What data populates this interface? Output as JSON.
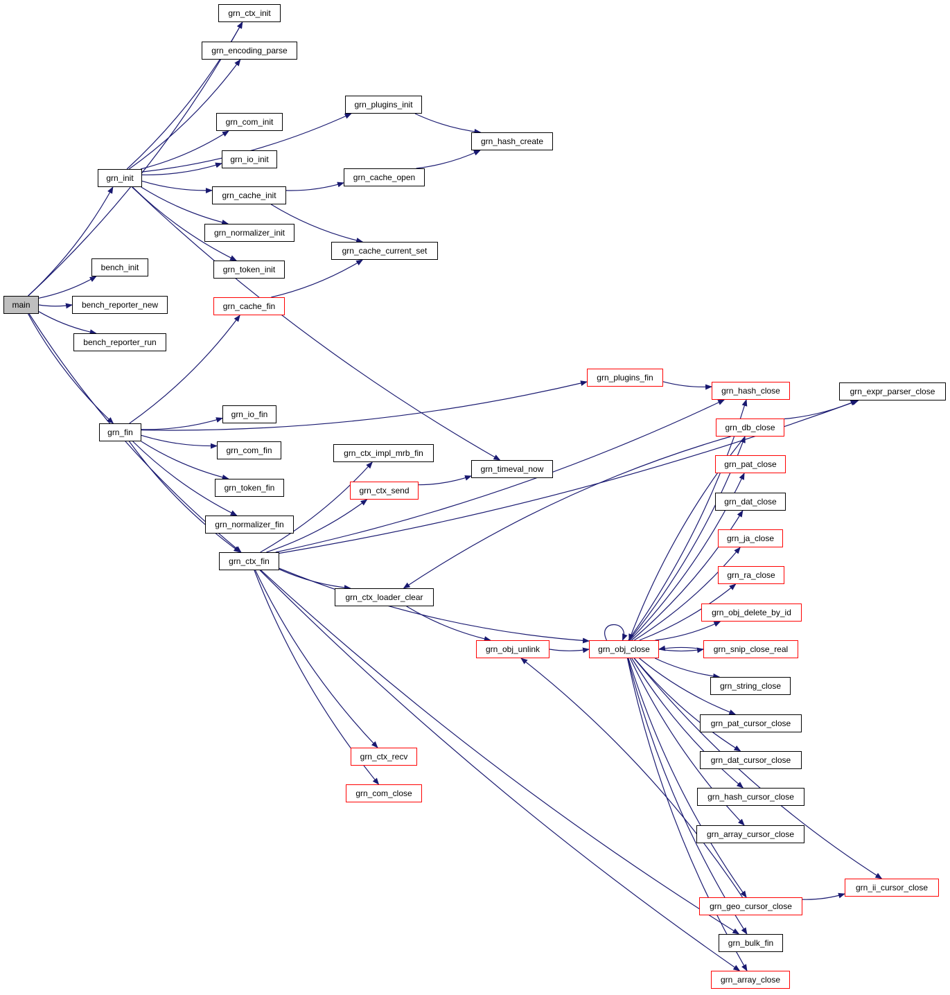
{
  "graph": {
    "edge_color": "#191970",
    "external_border_color": "#ff0000",
    "root_fill": "#bfbfbf",
    "nodes": [
      {
        "id": "main",
        "label": "main",
        "root": true
      },
      {
        "id": "grn_ctx_init",
        "label": "grn_ctx_init"
      },
      {
        "id": "grn_encoding_parse",
        "label": "grn_encoding_parse"
      },
      {
        "id": "grn_plugins_init",
        "label": "grn_plugins_init"
      },
      {
        "id": "grn_com_init",
        "label": "grn_com_init"
      },
      {
        "id": "grn_hash_create",
        "label": "grn_hash_create"
      },
      {
        "id": "grn_io_init",
        "label": "grn_io_init"
      },
      {
        "id": "grn_init",
        "label": "grn_init"
      },
      {
        "id": "grn_cache_open",
        "label": "grn_cache_open"
      },
      {
        "id": "grn_cache_init",
        "label": "grn_cache_init"
      },
      {
        "id": "grn_normalizer_init",
        "label": "grn_normalizer_init"
      },
      {
        "id": "grn_cache_current_set",
        "label": "grn_cache_current_set"
      },
      {
        "id": "bench_init",
        "label": "bench_init"
      },
      {
        "id": "grn_token_init",
        "label": "grn_token_init"
      },
      {
        "id": "bench_reporter_new",
        "label": "bench_reporter_new"
      },
      {
        "id": "grn_cache_fin",
        "label": "grn_cache_fin",
        "red": true
      },
      {
        "id": "bench_reporter_run",
        "label": "bench_reporter_run"
      },
      {
        "id": "grn_plugins_fin",
        "label": "grn_plugins_fin",
        "red": true
      },
      {
        "id": "grn_hash_close",
        "label": "grn_hash_close",
        "red": true
      },
      {
        "id": "grn_expr_parser_close",
        "label": "grn_expr_parser_close"
      },
      {
        "id": "grn_io_fin",
        "label": "grn_io_fin"
      },
      {
        "id": "grn_fin",
        "label": "grn_fin"
      },
      {
        "id": "grn_db_close",
        "label": "grn_db_close",
        "red": true
      },
      {
        "id": "grn_com_fin",
        "label": "grn_com_fin"
      },
      {
        "id": "grn_ctx_impl_mrb_fin",
        "label": "grn_ctx_impl_mrb_fin"
      },
      {
        "id": "grn_timeval_now",
        "label": "grn_timeval_now"
      },
      {
        "id": "grn_pat_close",
        "label": "grn_pat_close",
        "red": true
      },
      {
        "id": "grn_token_fin",
        "label": "grn_token_fin"
      },
      {
        "id": "grn_ctx_send",
        "label": "grn_ctx_send",
        "red": true
      },
      {
        "id": "grn_dat_close",
        "label": "grn_dat_close"
      },
      {
        "id": "grn_normalizer_fin",
        "label": "grn_normalizer_fin"
      },
      {
        "id": "grn_ja_close",
        "label": "grn_ja_close",
        "red": true
      },
      {
        "id": "grn_ctx_fin",
        "label": "grn_ctx_fin"
      },
      {
        "id": "grn_ra_close",
        "label": "grn_ra_close",
        "red": true
      },
      {
        "id": "grn_ctx_loader_clear",
        "label": "grn_ctx_loader_clear"
      },
      {
        "id": "grn_obj_delete_by_id",
        "label": "grn_obj_delete_by_id",
        "red": true
      },
      {
        "id": "grn_obj_unlink",
        "label": "grn_obj_unlink",
        "red": true
      },
      {
        "id": "grn_obj_close",
        "label": "grn_obj_close",
        "red": true
      },
      {
        "id": "grn_snip_close_real",
        "label": "grn_snip_close_real",
        "red": true
      },
      {
        "id": "grn_string_close",
        "label": "grn_string_close"
      },
      {
        "id": "grn_pat_cursor_close",
        "label": "grn_pat_cursor_close"
      },
      {
        "id": "grn_ctx_recv",
        "label": "grn_ctx_recv",
        "red": true
      },
      {
        "id": "grn_dat_cursor_close",
        "label": "grn_dat_cursor_close"
      },
      {
        "id": "grn_com_close",
        "label": "grn_com_close",
        "red": true
      },
      {
        "id": "grn_hash_cursor_close",
        "label": "grn_hash_cursor_close"
      },
      {
        "id": "grn_array_cursor_close",
        "label": "grn_array_cursor_close"
      },
      {
        "id": "grn_ii_cursor_close",
        "label": "grn_ii_cursor_close",
        "red": true
      },
      {
        "id": "grn_geo_cursor_close",
        "label": "grn_geo_cursor_close",
        "red": true
      },
      {
        "id": "grn_bulk_fin",
        "label": "grn_bulk_fin"
      },
      {
        "id": "grn_array_close",
        "label": "grn_array_close",
        "red": true
      }
    ],
    "edges": [
      [
        "main",
        "grn_ctx_init"
      ],
      [
        "main",
        "grn_init"
      ],
      [
        "main",
        "bench_init"
      ],
      [
        "main",
        "bench_reporter_new"
      ],
      [
        "main",
        "bench_reporter_run"
      ],
      [
        "main",
        "grn_fin"
      ],
      [
        "main",
        "grn_ctx_fin"
      ],
      [
        "grn_init",
        "grn_ctx_init"
      ],
      [
        "grn_init",
        "grn_encoding_parse"
      ],
      [
        "grn_init",
        "grn_plugins_init"
      ],
      [
        "grn_init",
        "grn_com_init"
      ],
      [
        "grn_init",
        "grn_io_init"
      ],
      [
        "grn_init",
        "grn_cache_init"
      ],
      [
        "grn_init",
        "grn_normalizer_init"
      ],
      [
        "grn_init",
        "grn_token_init"
      ],
      [
        "grn_init",
        "grn_timeval_now"
      ],
      [
        "grn_plugins_init",
        "grn_hash_create"
      ],
      [
        "grn_cache_init",
        "grn_cache_open"
      ],
      [
        "grn_cache_init",
        "grn_cache_current_set"
      ],
      [
        "grn_cache_open",
        "grn_hash_create"
      ],
      [
        "grn_cache_fin",
        "grn_cache_current_set"
      ],
      [
        "grn_fin",
        "grn_cache_fin"
      ],
      [
        "grn_fin",
        "grn_plugins_fin"
      ],
      [
        "grn_fin",
        "grn_io_fin"
      ],
      [
        "grn_fin",
        "grn_com_fin"
      ],
      [
        "grn_fin",
        "grn_token_fin"
      ],
      [
        "grn_fin",
        "grn_normalizer_fin"
      ],
      [
        "grn_fin",
        "grn_ctx_fin"
      ],
      [
        "grn_plugins_fin",
        "grn_hash_close"
      ],
      [
        "grn_ctx_fin",
        "grn_expr_parser_close"
      ],
      [
        "grn_ctx_fin",
        "grn_hash_close"
      ],
      [
        "grn_ctx_fin",
        "grn_ctx_impl_mrb_fin"
      ],
      [
        "grn_ctx_fin",
        "grn_ctx_send"
      ],
      [
        "grn_ctx_fin",
        "grn_ctx_loader_clear"
      ],
      [
        "grn_ctx_fin",
        "grn_obj_close"
      ],
      [
        "grn_ctx_fin",
        "grn_ctx_recv"
      ],
      [
        "grn_ctx_fin",
        "grn_com_close"
      ],
      [
        "grn_ctx_fin",
        "grn_bulk_fin"
      ],
      [
        "grn_ctx_fin",
        "grn_array_close"
      ],
      [
        "grn_ctx_send",
        "grn_timeval_now"
      ],
      [
        "grn_ctx_loader_clear",
        "grn_obj_unlink"
      ],
      [
        "grn_obj_unlink",
        "grn_obj_close"
      ],
      [
        "grn_obj_close",
        "grn_obj_close"
      ],
      [
        "grn_obj_close",
        "grn_hash_close"
      ],
      [
        "grn_obj_close",
        "grn_db_close"
      ],
      [
        "grn_obj_close",
        "grn_pat_close"
      ],
      [
        "grn_obj_close",
        "grn_dat_close"
      ],
      [
        "grn_obj_close",
        "grn_ja_close"
      ],
      [
        "grn_obj_close",
        "grn_ra_close"
      ],
      [
        "grn_obj_close",
        "grn_obj_delete_by_id"
      ],
      [
        "grn_obj_close",
        "grn_snip_close_real"
      ],
      [
        "grn_obj_close",
        "grn_string_close"
      ],
      [
        "grn_obj_close",
        "grn_pat_cursor_close"
      ],
      [
        "grn_obj_close",
        "grn_dat_cursor_close"
      ],
      [
        "grn_obj_close",
        "grn_hash_cursor_close"
      ],
      [
        "grn_obj_close",
        "grn_array_cursor_close"
      ],
      [
        "grn_obj_close",
        "grn_ii_cursor_close"
      ],
      [
        "grn_obj_close",
        "grn_geo_cursor_close"
      ],
      [
        "grn_obj_close",
        "grn_bulk_fin"
      ],
      [
        "grn_obj_close",
        "grn_array_close"
      ],
      [
        "grn_db_close",
        "grn_expr_parser_close"
      ],
      [
        "grn_db_close",
        "grn_obj_close"
      ],
      [
        "grn_db_close",
        "grn_ctx_loader_clear"
      ],
      [
        "grn_snip_close_real",
        "grn_obj_close"
      ],
      [
        "grn_geo_cursor_close",
        "grn_ii_cursor_close"
      ],
      [
        "grn_geo_cursor_close",
        "grn_obj_unlink"
      ]
    ]
  }
}
